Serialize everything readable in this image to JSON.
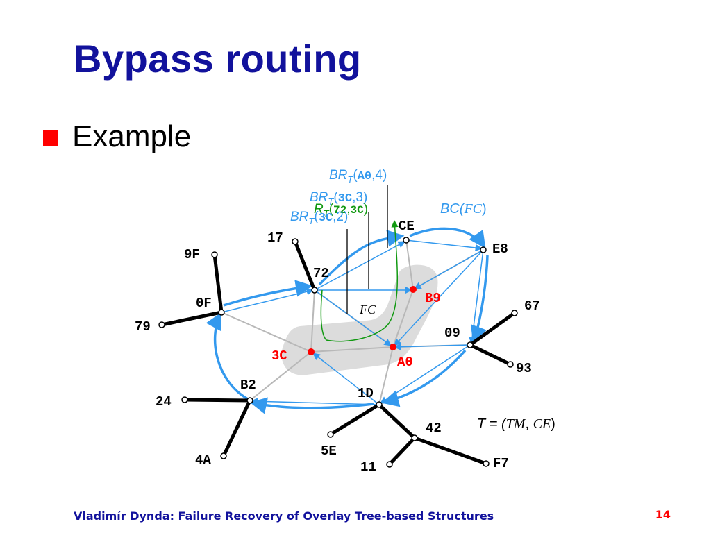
{
  "slide": {
    "title": "Bypass routing",
    "bullet": "Example",
    "footer": "Vladimír Dynda: Failure Recovery of Overlay Tree-based Structures",
    "page_number": "14"
  },
  "diagram": {
    "nodes": {
      "n9F": "9F",
      "n0F": "0F",
      "n79": "79",
      "n17": "17",
      "n72": "72",
      "nCE": "CE",
      "nE8": "E8",
      "nB9": "B9",
      "n67": "67",
      "n09": "09",
      "n93": "93",
      "n3C": "3C",
      "nA0": "A0",
      "nB2": "B2",
      "n24": "24",
      "n4A": "4A",
      "n1D": "1D",
      "n5E": "5E",
      "n42": "42",
      "n11": "11",
      "nF7": "F7"
    },
    "annotations": {
      "br_a0_pre": "BR",
      "br_a0_sub": "T",
      "br_a0_open": "(",
      "br_a0_arg": "A0",
      "br_a0_tail": ",4)",
      "br_3c3_pre": "BR",
      "br_3c3_sub": "T",
      "br_3c3_open": "(",
      "br_3c3_arg": "3C",
      "br_3c3_tail": ",3)",
      "br_3c2_pre": "BR",
      "br_3c2_sub": "T",
      "br_3c2_open": "(",
      "br_3c2_arg": "3C",
      "br_3c2_tail": ",2)",
      "rt_pre": "R",
      "rt_sub": "T",
      "rt_open": "(",
      "rt_arg1": "72",
      "rt_comma": ",",
      "rt_arg2": "3C",
      "rt_close": ")",
      "bc_pre": "BC(",
      "bc_arg": "FC",
      "bc_close": ")",
      "fc_label": "FC",
      "t_pre": "T = (",
      "t_arg1": "TM",
      "t_comma": ", ",
      "t_arg2": "CE",
      "t_close": ")"
    },
    "colors": {
      "tree_edge": "#000000",
      "overlay_edge": "#b8b8b8",
      "bypass_arrow": "#3399ee",
      "recovery_path": "#119911",
      "failed_node": "#ff0000",
      "failed_region": "#dcdcdc",
      "title": "#12129c"
    }
  }
}
